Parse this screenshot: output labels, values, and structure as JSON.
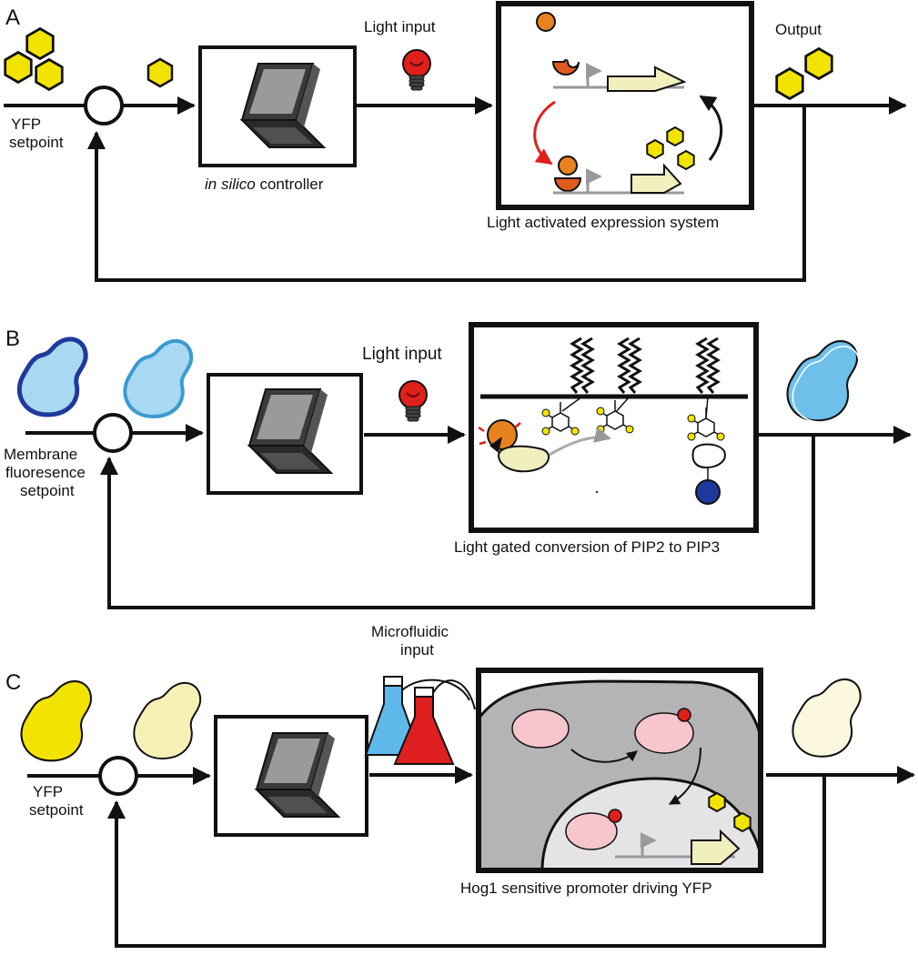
{
  "panels": {
    "a": {
      "letter": "A",
      "setpoint": [
        "YFP",
        "setpoint"
      ],
      "controller_label_italic": "in silico",
      "controller_label_rest": " controller",
      "input_label": "Light input",
      "output_label": "Output",
      "system_label": "Light activated expression system"
    },
    "b": {
      "letter": "B",
      "setpoint": [
        "Membrane",
        "fluoresence",
        "setpoint"
      ],
      "input_label": "Light input",
      "system_label": "Light gated conversion of PIP2 to PIP3"
    },
    "c": {
      "letter": "C",
      "setpoint": [
        "YFP",
        "setpoint"
      ],
      "input_label": [
        "Microfluidic",
        "input"
      ],
      "system_label": "Hog1 sensitive promoter driving YFP"
    }
  },
  "colors": {
    "line": "#111111",
    "yfp_yellow": "#f2e400",
    "pale_yellow": "#f7f0b5",
    "membrane_blue": "#9fd3ee",
    "dark_blue": "#1f3a9c",
    "bulb_red": "#e0201a",
    "orange": "#e8821e",
    "flask_blue": "#5fb8ea",
    "flask_red": "#e02020",
    "cell_gray": "#b4b4b6",
    "nucleus_gray": "#e4e4e6",
    "pink": "#f6c6cc"
  }
}
